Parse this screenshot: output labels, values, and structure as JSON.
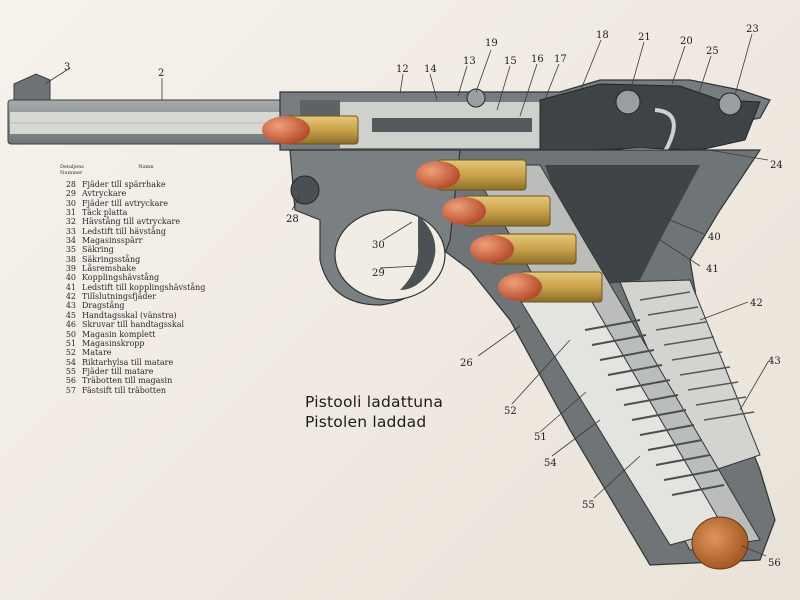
{
  "legend": {
    "header_number": "Detaljens Nummer",
    "header_name": "Namn",
    "items": [
      {
        "number": "28",
        "name": "Fjäder till spärrhake"
      },
      {
        "number": "29",
        "name": "Avtryckare"
      },
      {
        "number": "30",
        "name": "Fjäder till avtryckare"
      },
      {
        "number": "31",
        "name": "Täck platta"
      },
      {
        "number": "32",
        "name": "Hävstång till avtryckare"
      },
      {
        "number": "33",
        "name": "Ledstift till hävstång"
      },
      {
        "number": "34",
        "name": "Magasinsspärr"
      },
      {
        "number": "35",
        "name": "Säkring"
      },
      {
        "number": "38",
        "name": "Säkringsstång"
      },
      {
        "number": "39",
        "name": "Låsremshake"
      },
      {
        "number": "40",
        "name": "Kopplingshävstång"
      },
      {
        "number": "41",
        "name": "Ledstift till kopplingshävstång"
      },
      {
        "number": "42",
        "name": "Tillslutningsfjäder"
      },
      {
        "number": "43",
        "name": "Dragstång"
      },
      {
        "number": "45",
        "name": "Handtagsskal (vänstra)"
      },
      {
        "number": "46",
        "name": "Skruvar till handtagsskal"
      },
      {
        "number": "50",
        "name": "Magasin komplett"
      },
      {
        "number": "51",
        "name": "Magasinskropp"
      },
      {
        "number": "52",
        "name": "Matare"
      },
      {
        "number": "54",
        "name": "Riktarhylsa till matare"
      },
      {
        "number": "55",
        "name": "Fjäder till matare"
      },
      {
        "number": "56",
        "name": "Träbotten till magasin"
      },
      {
        "number": "57",
        "name": "Fästsift till träbotten"
      }
    ]
  },
  "title": {
    "finnish": "Pistooli ladattuna",
    "swedish": "Pistolen laddad"
  },
  "callouts": [
    "2",
    "3",
    "12",
    "13",
    "14",
    "15",
    "16",
    "17",
    "18",
    "19",
    "20",
    "21",
    "23",
    "24",
    "25",
    "26",
    "28",
    "29",
    "30",
    "40",
    "41",
    "42",
    "43",
    "51",
    "52",
    "54",
    "55",
    "56"
  ],
  "colors": {
    "steel": "#8b8f92",
    "dark_steel": "#4a4f53",
    "cutaway": "#c9cbc6",
    "brass": "#c9a24a",
    "copper_bullet": "#c8603a",
    "wood_base": "#b8662d",
    "paper": "#f1ece4"
  }
}
